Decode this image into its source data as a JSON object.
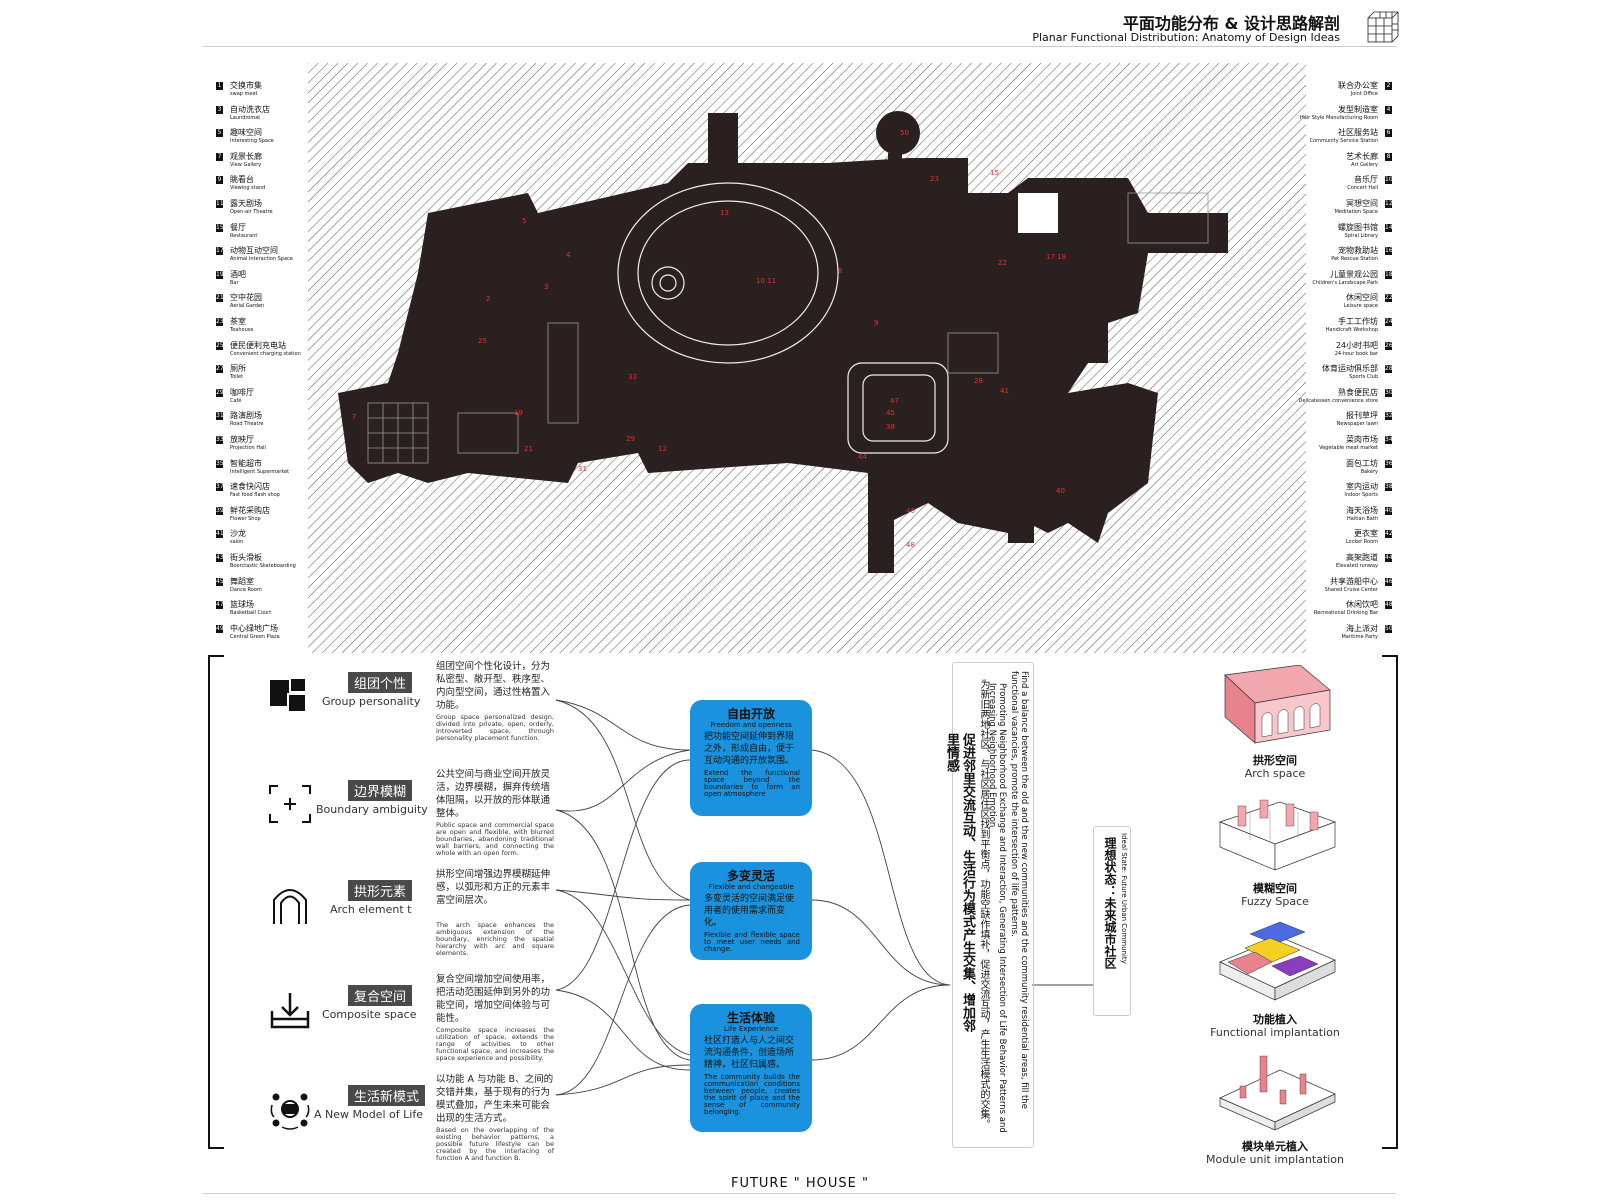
{
  "header": {
    "title_zh": "平面功能分布 & 设计思路解剖",
    "title_en": "Planar Functional Distribution: Anatomy of Design Ideas"
  },
  "legend_left": [
    {
      "n": "1",
      "zh": "交换市集",
      "en": "swap meet"
    },
    {
      "n": "3",
      "zh": "自动洗衣店",
      "en": "Laundromat"
    },
    {
      "n": "5",
      "zh": "趣味空间",
      "en": "Interesting Space"
    },
    {
      "n": "7",
      "zh": "观景长廊",
      "en": "View Gallery"
    },
    {
      "n": "9",
      "zh": "眺看台",
      "en": "Viewing stand"
    },
    {
      "n": "11",
      "zh": "露天剧场",
      "en": "Open-air Theatre"
    },
    {
      "n": "15",
      "zh": "餐厅",
      "en": "Restaurant"
    },
    {
      "n": "17",
      "zh": "动物互动空间",
      "en": "Animal Interaction Space"
    },
    {
      "n": "19",
      "zh": "酒吧",
      "en": "Bar"
    },
    {
      "n": "21",
      "zh": "空中花园",
      "en": "Aerial Garden"
    },
    {
      "n": "23",
      "zh": "茶室",
      "en": "Teahouse"
    },
    {
      "n": "25",
      "zh": "便民便利充电站",
      "en": "Convenient charging station"
    },
    {
      "n": "27",
      "zh": "厕所",
      "en": "Toilet"
    },
    {
      "n": "29",
      "zh": "咖啡厅",
      "en": "Café"
    },
    {
      "n": "31",
      "zh": "路演剧场",
      "en": "Road Theatre"
    },
    {
      "n": "33",
      "zh": "放映厅",
      "en": "Projection Hall"
    },
    {
      "n": "35",
      "zh": "智能超市",
      "en": "Intelligent Supermarket"
    },
    {
      "n": "37",
      "zh": "速食快闪店",
      "en": "Fast food flash shop"
    },
    {
      "n": "39",
      "zh": "鲜花采购店",
      "en": "Flower Shop"
    },
    {
      "n": "41",
      "zh": "沙龙",
      "en": "salon"
    },
    {
      "n": "43",
      "zh": "街头滑板",
      "en": "Boerctastic Skateboarding"
    },
    {
      "n": "45",
      "zh": "舞蹈室",
      "en": "Dance Room"
    },
    {
      "n": "47",
      "zh": "篮球场",
      "en": "Basketball Court"
    },
    {
      "n": "49",
      "zh": "中心绿地广场",
      "en": "Central Green Plaza"
    }
  ],
  "legend_right": [
    {
      "n": "2",
      "zh": "联合办公室",
      "en": "Joint Office"
    },
    {
      "n": "4",
      "zh": "发型制造室",
      "en": "Hair Style Manufacturing Room"
    },
    {
      "n": "6",
      "zh": "社区服务站",
      "en": "Community Service Station"
    },
    {
      "n": "8",
      "zh": "艺术长廊",
      "en": "Art Gallery"
    },
    {
      "n": "10",
      "zh": "音乐厅",
      "en": "Concert Hall"
    },
    {
      "n": "12",
      "zh": "冥想空间",
      "en": "Meditation Space"
    },
    {
      "n": "14",
      "zh": "螺旋图书馆",
      "en": "Spiral Library"
    },
    {
      "n": "16",
      "zh": "宠物救助站",
      "en": "Pet Rescue Station"
    },
    {
      "n": "18",
      "zh": "儿童景观公园",
      "en": "Children's Landscape Park"
    },
    {
      "n": "22",
      "zh": "休闲空间",
      "en": "Leisure space"
    },
    {
      "n": "24",
      "zh": "手工工作坊",
      "en": "Handicraft Workshop"
    },
    {
      "n": "26",
      "zh": "24小时书吧",
      "en": "24-hour book bar"
    },
    {
      "n": "28",
      "zh": "体育运动俱乐部",
      "en": "Sports Club"
    },
    {
      "n": "30",
      "zh": "熟食便民店",
      "en": "Delicatessen convenience store"
    },
    {
      "n": "32",
      "zh": "报刊草坪",
      "en": "Newspaper lawn"
    },
    {
      "n": "34",
      "zh": "菜肉市场",
      "en": "Vegetable meat market"
    },
    {
      "n": "36",
      "zh": "面包工坊",
      "en": "Bakery"
    },
    {
      "n": "38",
      "zh": "室内运动",
      "en": "Indoor Sports"
    },
    {
      "n": "40",
      "zh": "海天浴场",
      "en": "Haitian Bath"
    },
    {
      "n": "42",
      "zh": "更衣室",
      "en": "Locker Room"
    },
    {
      "n": "44",
      "zh": "高架跑道",
      "en": "Elevated runway"
    },
    {
      "n": "46",
      "zh": "共享游船中心",
      "en": "Shared Cruise Center"
    },
    {
      "n": "48",
      "zh": "休闲饮吧",
      "en": "Recreational Drinking Bar"
    },
    {
      "n": "50",
      "zh": "海上派对",
      "en": "Maritime Party"
    }
  ],
  "plan_labels": [
    "50",
    "23",
    "15",
    "13",
    "5",
    "4",
    "8",
    "9",
    "17 18",
    "22",
    "12",
    "31",
    "29",
    "7",
    "41",
    "47",
    "45",
    "38",
    "40",
    "44",
    "48",
    "46",
    "28",
    "19",
    "21",
    "25",
    "33",
    "10 11",
    "2",
    "3"
  ],
  "categories": [
    {
      "zh": "组团个性",
      "en": "Group personality",
      "icon": "overlapping-squares-icon",
      "desc_zh": "组团空间个性化设计，分为私密型、敞开型、秩序型、内向型空间，通过性格置入功能。",
      "desc_en": "Group space personalized design, divided into private, open, orderly, introverted space, through personality placement function."
    },
    {
      "zh": "边界模糊",
      "en": "Boundary ambiguity",
      "icon": "crosshair-frame-icon",
      "desc_zh": "公共空间与商业空间开放灵活，边界模糊，摒弃传统墙体阻隔，以开放的形体联通整体。",
      "desc_en": "Public space and commercial space are open and flexible, with blurred boundaries, abandoning traditional wall barriers, and connecting the whole with an open form."
    },
    {
      "zh": "拱形元素",
      "en": "Arch element t",
      "icon": "arch-icon",
      "desc_zh": "拱形空间增强边界模糊延伸感，以弧形和方正的元素丰富空间层次。",
      "desc_en": "The arch space enhances the ambiguous extension of the boundary, enriching the spatial hierarchy with arc and square elements."
    },
    {
      "zh": "复合空间",
      "en": "Composite space",
      "icon": "tray-download-icon",
      "desc_zh": "复合空间增加空间使用率，把活动范围延伸到另外的功能空间，增加空间体验与可能性。",
      "desc_en": "Composite space increases the utilization of space, extends the range of activities to other functional space, and increases the space experience and possibility."
    },
    {
      "zh": "生活新模式",
      "en": "A New Model of Life",
      "icon": "people-network-icon",
      "desc_zh": "以功能 A 与功能 B、之间的交错并集，基于现有的行为模式叠加，产生未来可能会出现的生活方式。",
      "desc_en": "Based on the overlapping of the existing behavior patterns, a possible future lifestyle can be created by the interlacing of function A and function B."
    }
  ],
  "principles": [
    {
      "zh": "自由开放",
      "en": "Freedom and openness",
      "desc_zh": "把功能空间延伸到界限之外，形成自由，便于互动沟通的开放氛围。",
      "desc_en": "Extend the functional space beyond the boundaries to form an open atmosphere"
    },
    {
      "zh": "多变灵活",
      "en": "Flexible and changeable",
      "desc_zh": "多变灵活的空间满足使用者的使用需求而变化。",
      "desc_en": "Flexible and flexible space to meet user needs and change."
    },
    {
      "zh": "生活体验",
      "en": "Life Experience",
      "desc_zh": "社区打造人与人之间交流沟通条件，创造场所精神，社区归属感。",
      "desc_en": "The community builds the communication conditions between people, creates the spirit of place and the sense of community belonging."
    }
  ],
  "synthesis": {
    "en1": "Find a balance between the old and the new communities and the community residential areas, fill the functional vacancies, promote the intersection of life patterns.",
    "en2": "Promoting Neighborhood Exchange and Interaction, Generating Intersection of Life Behavior Patterns and Increasing Neighborhood Emotion",
    "zh": "为新旧两地社区、与社区居住区找到平衡点，功能空缺作填补，促进交流互动，产生生活模式的交集。",
    "bold": "促进邻里交流互动、生活行为模式产生交集、增加邻里情感"
  },
  "ideal": {
    "en": "Ideal State: Future Urban Community",
    "zh": "理想状态：未来城市社区"
  },
  "illustrations": [
    {
      "zh": "拱形空间",
      "en": "Arch space"
    },
    {
      "zh": "模糊空间",
      "en": "Fuzzy Space"
    },
    {
      "zh": "功能植入",
      "en": "Functional implantation"
    },
    {
      "zh": "模块单元植入",
      "en": "Module unit implantation"
    }
  ],
  "footer": "FUTURE \" HOUSE \"",
  "colors": {
    "accent_blue": "#1a92de",
    "plan_dark": "#2b2020",
    "label_red": "#d9342b",
    "pink": "#e8828c",
    "yellow": "#f5d020",
    "purple": "#8b3dbf"
  }
}
